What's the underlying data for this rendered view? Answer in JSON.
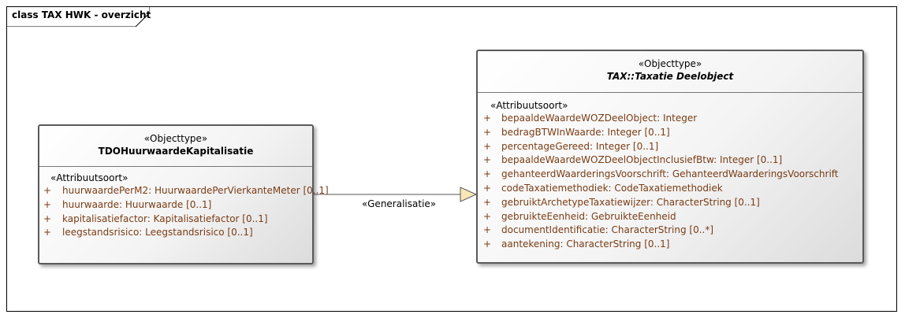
{
  "frame": {
    "label": "class TAX HWK - overzicht"
  },
  "classes": [
    {
      "stereotype": "«Objecttype»",
      "name": "TDOHuurwaardeKapitalisatie",
      "compartment_stereotype": "«Attribuutsoort»",
      "attributes": [
        {
          "visibility": "+",
          "text": "huurwaardePerM2: HuurwaardePerVierkanteMeter [0..1]"
        },
        {
          "visibility": "+",
          "text": "huurwaarde: Huurwaarde [0..1]"
        },
        {
          "visibility": "+",
          "text": "kapitalisatiefactor: Kapitalisatiefactor [0..1]"
        },
        {
          "visibility": "+",
          "text": "leegstandsrisico: Leegstandsrisico [0..1]"
        }
      ]
    },
    {
      "stereotype": "«Objecttype»",
      "name": "TAX::Taxatie Deelobject",
      "compartment_stereotype": "«Attribuutsoort»",
      "attributes": [
        {
          "visibility": "+",
          "text": "bepaaldeWaardeWOZDeelObject: Integer"
        },
        {
          "visibility": "+",
          "text": "bedragBTWInWaarde: Integer [0..1]"
        },
        {
          "visibility": "+",
          "text": "percentageGereed: Integer [0..1]"
        },
        {
          "visibility": "+",
          "text": "bepaaldeWaardeWOZDeelObjectInclusiefBtw: Integer [0..1]"
        },
        {
          "visibility": "+",
          "text": "gehanteerdWaarderingsVoorschrift: GehanteerdWaarderingsVoorschrift"
        },
        {
          "visibility": "+",
          "text": "codeTaxatiemethodiek: CodeTaxatiemethodiek"
        },
        {
          "visibility": "+",
          "text": "gebruiktArchetypeTaxatiewijzer: CharacterString [0..1]"
        },
        {
          "visibility": "+",
          "text": "gebruikteEenheid: GebruikteEenheid"
        },
        {
          "visibility": "+",
          "text": "documentIdentificatie: CharacterString [0..*]"
        },
        {
          "visibility": "+",
          "text": "aantekening: CharacterString [0..1]"
        }
      ]
    }
  ],
  "relations": [
    {
      "type": "generalization",
      "label": "«Generalisatie»"
    }
  ],
  "colors": {
    "border": "#5a5a5a",
    "attribute_text": "#7a3c14"
  }
}
